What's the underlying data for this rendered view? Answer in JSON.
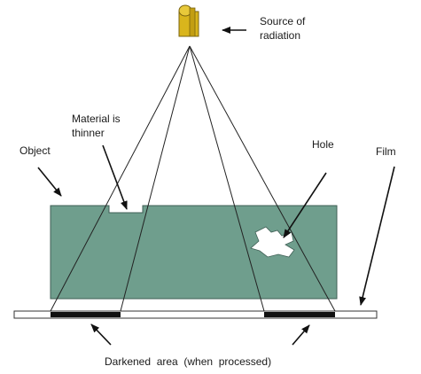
{
  "labels": {
    "source": "Source of radiation",
    "material": "Material is thinner",
    "object": "Object",
    "hole": "Hole",
    "film": "Film",
    "darkened": "Darkened  area  (when  processed)"
  },
  "icons": {
    "source": "radiation-source-icon"
  },
  "colors": {
    "object_fill": "#6f9e8d",
    "source_fill": "#d9b51c",
    "darkened": "#111111",
    "line": "#222222"
  }
}
